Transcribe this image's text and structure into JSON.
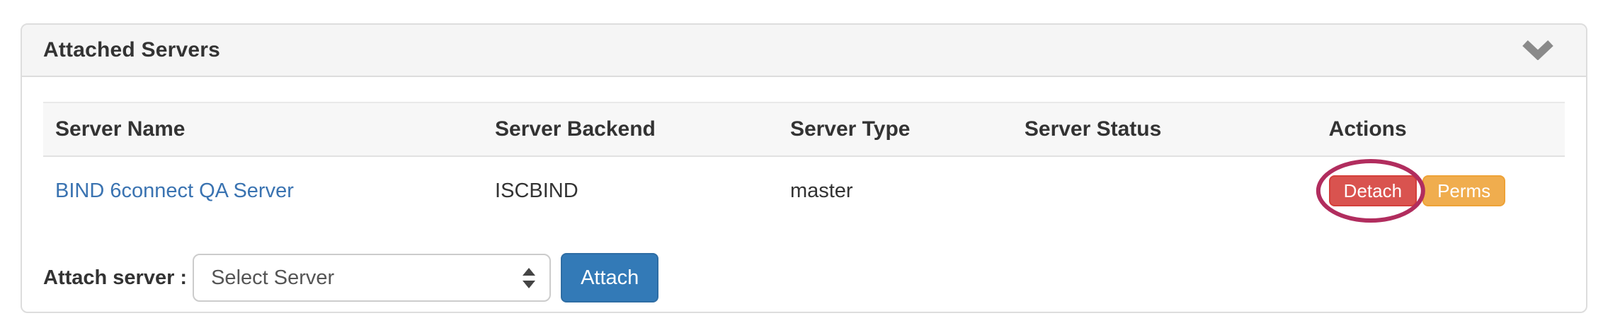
{
  "panel": {
    "title": "Attached Servers"
  },
  "table": {
    "columns": [
      "Server Name",
      "Server Backend",
      "Server Type",
      "Server Status",
      "Actions"
    ],
    "rows": [
      {
        "server_name": "BIND 6connect QA Server",
        "server_backend": "ISCBIND",
        "server_type": "master",
        "server_status": "",
        "actions": [
          {
            "label": "Detach",
            "style": "danger",
            "annotated": true
          },
          {
            "label": "Perms",
            "style": "warning",
            "annotated": false
          }
        ]
      }
    ]
  },
  "attach_form": {
    "label": "Attach server :",
    "select_value": "Select Server",
    "button_label": "Attach"
  },
  "annotation": {
    "shape": "ellipse",
    "target": "detach-button",
    "color": "#b12d5e"
  },
  "colors": {
    "danger_button": "#d9534f",
    "warning_button": "#f0ad4e",
    "primary_button": "#337ab7",
    "link": "#3a73b1",
    "panel_heading_bg": "#f5f5f5",
    "table_header_bg": "#f7f7f7",
    "border": "#dddddd"
  }
}
